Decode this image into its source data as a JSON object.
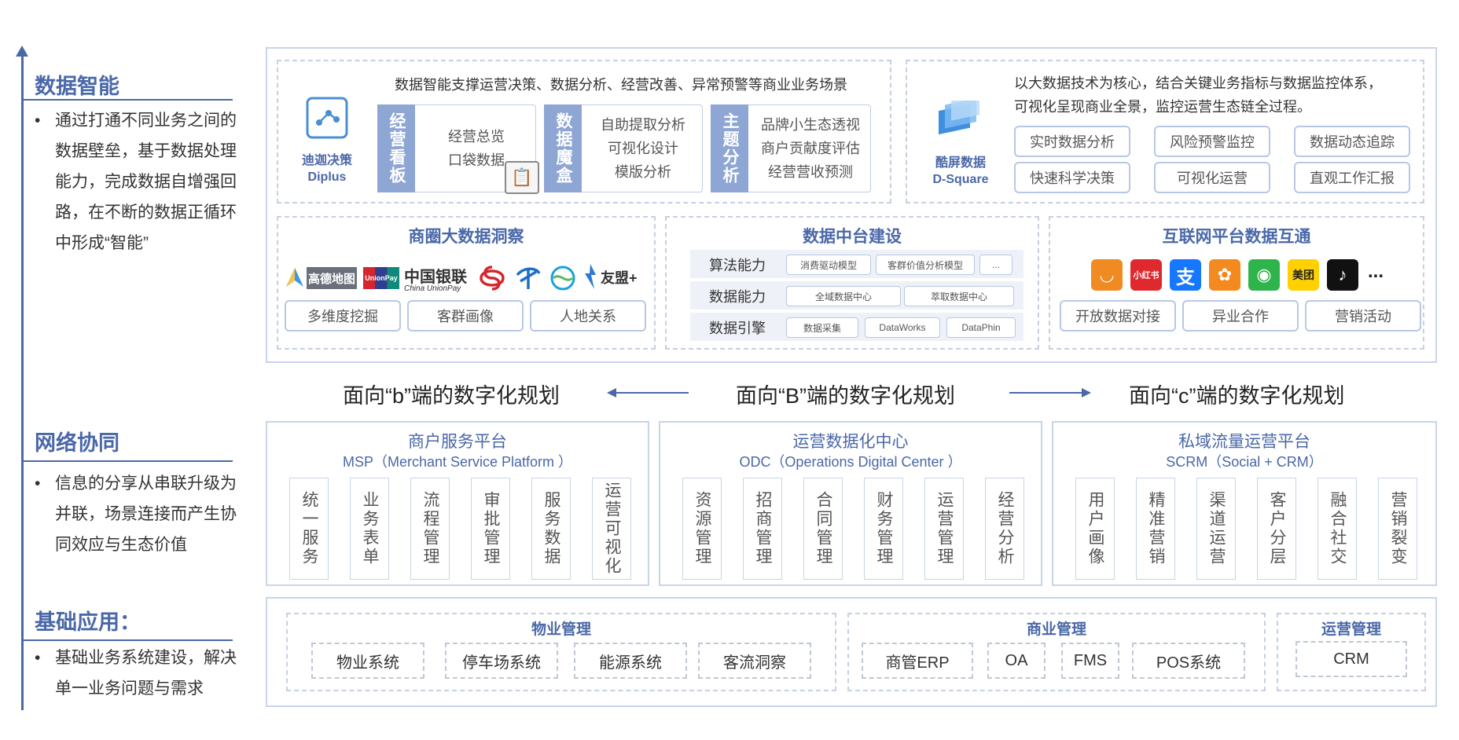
{
  "left": {
    "s1": {
      "title": "数据智能",
      "body": "通过打通不同业务之间的数据壁垒，基于数据处理能力，完成数据自增强回路，在不断的数据正循环中形成“智能”"
    },
    "s2": {
      "title": "网络协同",
      "body": "信息的分享从串联升级为并联，场景连接而产生协同效应与生态价值"
    },
    "s3": {
      "title": "基础应用：",
      "body": "基础业务系统建设，解决单一业务问题与需求"
    }
  },
  "diplus": {
    "name_cn": "迪迦决策",
    "name_en": "Diplus",
    "headline": "数据智能支撑运营决策、数据分析、经营改善、异常预警等商业业务场景",
    "groups": [
      {
        "bar": "经营看板",
        "items": [
          "经营总览",
          "口袋数据"
        ]
      },
      {
        "bar": "数据魔盒",
        "items": [
          "自助提取分析",
          "可视化设计",
          "模版分析"
        ]
      },
      {
        "bar": "主题分析",
        "items": [
          "品牌小生态透视",
          "商户贡献度评估",
          "经营营收预测"
        ]
      }
    ]
  },
  "dsquare": {
    "name_cn": "酷屏数据",
    "name_en": "D-Square",
    "desc1": "以大数据技术为核心，结合关键业务指标与数据监控体系，",
    "desc2": "可视化呈现商业全景，监控运营生态链全过程。",
    "buttons": [
      "实时数据分析",
      "风险预警监控",
      "数据动态追踪",
      "快速科学决策",
      "可视化运营",
      "直观工作汇报"
    ]
  },
  "shangquan": {
    "title": "商圈大数据洞察",
    "partners": [
      "高德地图",
      "UnionPay",
      "中国银联",
      "China UnionPay",
      "友盟+"
    ],
    "buttons": [
      "多维度挖掘",
      "客群画像",
      "人地关系"
    ]
  },
  "zhongtai": {
    "title": "数据中台建设",
    "rows": [
      {
        "label": "算法能力",
        "items": [
          "消费驱动模型",
          "客群价值分析模型",
          "..."
        ]
      },
      {
        "label": "数据能力",
        "items": [
          "全域数据中心",
          "萃取数据中心"
        ]
      },
      {
        "label": "数据引擎",
        "items": [
          "数据采集",
          "DataWorks",
          "DataPhin"
        ]
      }
    ]
  },
  "internet": {
    "title": "互联网平台数据互通",
    "apps": [
      "小红书",
      "美团",
      "..."
    ],
    "buttons": [
      "开放数据对接",
      "异业合作",
      "营销活动"
    ]
  },
  "direction": {
    "left": "面向“b”端的数字化规划",
    "center": "面向“B”端的数字化规划",
    "right": "面向“c”端的数字化规划"
  },
  "platforms": [
    {
      "title": "商户服务平台",
      "sub": "MSP（Merchant Service Platform ）",
      "cols": [
        "统一服务",
        "业务表单",
        "流程管理",
        "审批管理",
        "服务数据",
        "运营可视化"
      ]
    },
    {
      "title": "运营数据化中心",
      "sub": "ODC（Operations Digital Center ）",
      "cols": [
        "资源管理",
        "招商管理",
        "合同管理",
        "财务管理",
        "运营管理",
        "经营分析"
      ]
    },
    {
      "title": "私域流量运营平台",
      "sub": "SCRM（Social + CRM）",
      "cols": [
        "用户画像",
        "精准营销",
        "渠道运营",
        "客户分层",
        "融合社交",
        "营销裂变"
      ]
    }
  ],
  "basic": [
    {
      "title": "物业管理",
      "items": [
        "物业系统",
        "停车场系统",
        "能源系统",
        "客流洞察"
      ]
    },
    {
      "title": "商业管理",
      "items": [
        "商管ERP",
        "OA",
        "FMS",
        "POS系统"
      ]
    },
    {
      "title": "运营管理",
      "items": [
        "CRM"
      ]
    }
  ]
}
